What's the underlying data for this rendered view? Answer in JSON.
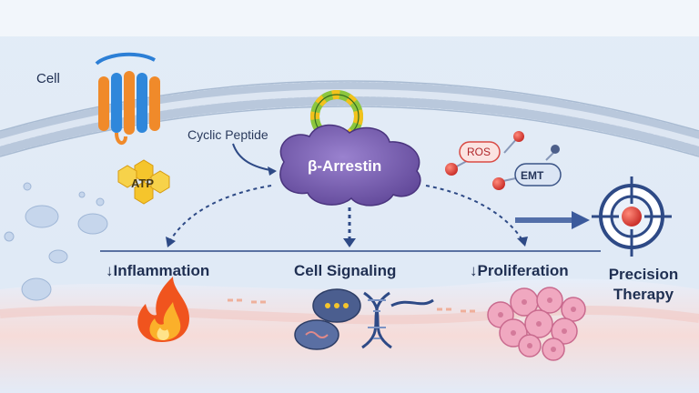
{
  "labels": {
    "cell": "Cell",
    "cyclic_peptide": "Cyclic Peptide",
    "beta_arrestin": "β-Arrestin",
    "atp": "ATP",
    "ros": "ROS",
    "emt": "EMT",
    "inflammation": "↓Inflammation",
    "cell_signaling": "Cell Signaling",
    "proliferation": "↓Proliferation",
    "precision_line1": "Precision",
    "precision_line2": "Therapy"
  },
  "colors": {
    "membrane_head": "#c9d6e6",
    "arrestin": "#7b5fb0",
    "peptide_ring": "#7ab52e",
    "arrow": "#2e4a86",
    "target_red": "#d9312b"
  }
}
